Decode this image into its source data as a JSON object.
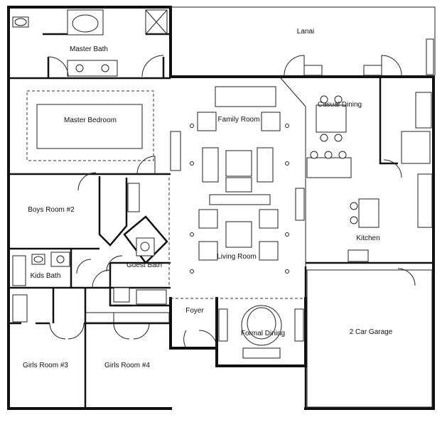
{
  "rooms": {
    "lanai": "Lanai",
    "master_bath": "Master Bath",
    "master_bedroom": "Master Bedroom",
    "family_room": "Family Room",
    "casual_dining": "Casual Dining",
    "boys_room": "Boys Room #2",
    "kids_bath": "Kids Bath",
    "guest_bath": "Guest Bath",
    "living_room": "Living Room",
    "kitchen": "Kitchen",
    "foyer": "Foyer",
    "formal_dining": "Formal Dining",
    "garage": "2 Car Garage",
    "girls_room_3": "Girls Room #3",
    "girls_room_4": "Girls Room #4"
  }
}
